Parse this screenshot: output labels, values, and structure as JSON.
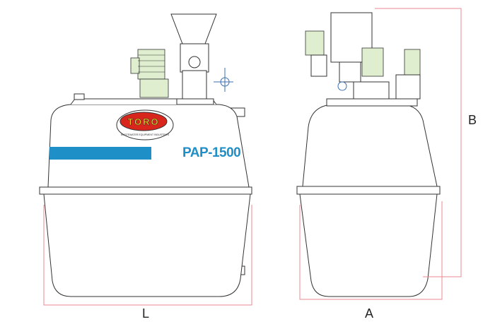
{
  "logo": {
    "brand": "TORO",
    "tagline": "WASTEWATER EQUIPMENT INDUSTRIES"
  },
  "model_label": "PAP-1500",
  "dimensions": {
    "length": "L",
    "width": "A",
    "height": "B"
  },
  "colors": {
    "stripe": "#1f8fc7",
    "logo_red": "#d8261c",
    "logo_text": "#f3d21c",
    "dimension_line": "#e88a90",
    "motor": "#dfeecf"
  }
}
